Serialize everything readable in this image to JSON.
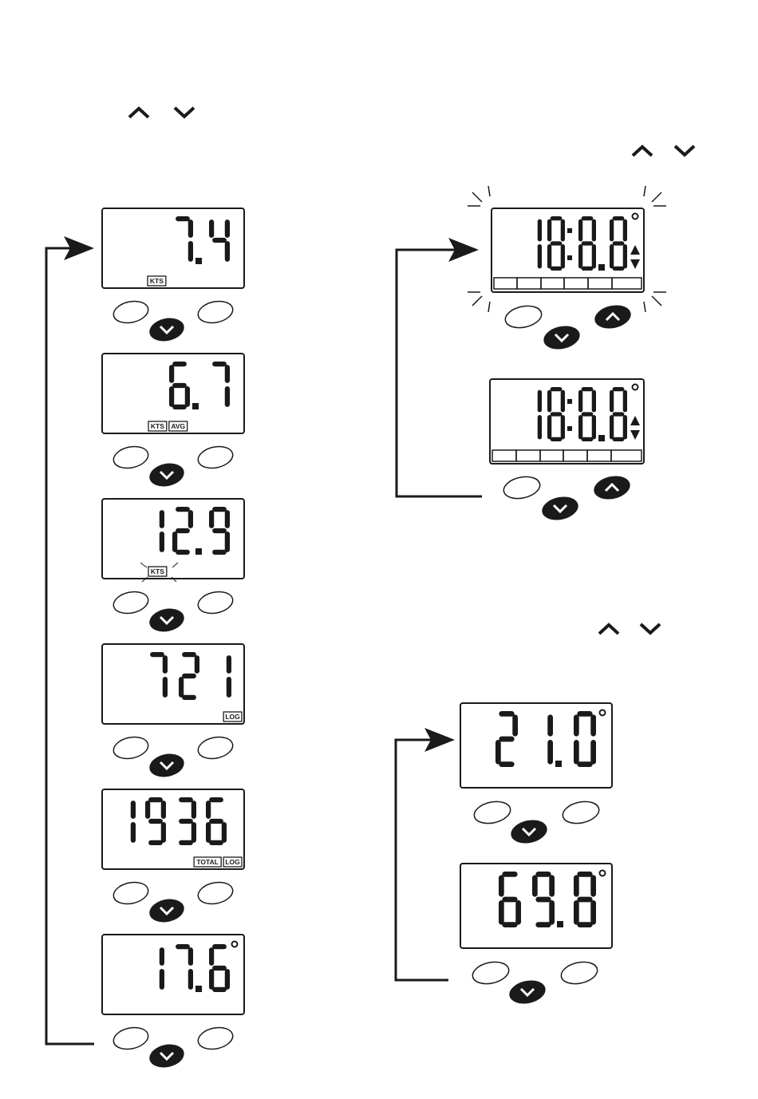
{
  "colors": {
    "ink": "#1a1a1a",
    "paper": "#ffffff"
  },
  "icons": {
    "up_arrow": "chevron-up-icon",
    "down_arrow": "chevron-down-icon",
    "degree": "degree-symbol-icon"
  },
  "left_column": {
    "displays": [
      {
        "value": "7.4",
        "labels": [
          "KTS"
        ]
      },
      {
        "value": "6.7",
        "labels": [
          "KTS",
          "AVG"
        ]
      },
      {
        "value": "12.9",
        "labels": [
          "KTS"
        ]
      },
      {
        "value": "721",
        "labels": [
          "LOG"
        ]
      },
      {
        "value": "1936",
        "labels": [
          "TOTAL",
          "LOG"
        ]
      },
      {
        "value": "17.6",
        "labels": []
      }
    ]
  },
  "right_top": {
    "displays": [
      {
        "value": "18:8.8",
        "labels": []
      },
      {
        "value": "18:8.8",
        "labels": []
      }
    ]
  },
  "right_bottom": {
    "displays": [
      {
        "value": "21.0",
        "labels": []
      },
      {
        "value": "69.8",
        "labels": []
      }
    ]
  }
}
